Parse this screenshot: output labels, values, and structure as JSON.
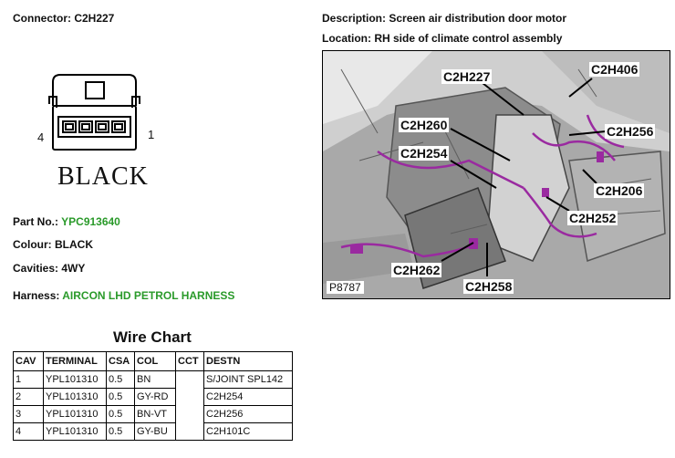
{
  "connector": {
    "label": "Connector: C2H227",
    "color_text": "BLACK",
    "pin_left": "4",
    "pin_right": "1"
  },
  "description": "Description: Screen air distribution door motor",
  "location": "Location: RH side of climate control assembly",
  "part": {
    "label": "Part No.:",
    "value": "YPC913640"
  },
  "colour": "Colour: BLACK",
  "cavities": "Cavities: 4WY",
  "harness": {
    "label": "Harness:",
    "value": "AIRCON LHD PETROL HARNESS"
  },
  "photo": {
    "id": "P8787",
    "callouts": [
      "C2H227",
      "C2H406",
      "C2H260",
      "C2H256",
      "C2H254",
      "C2H206",
      "C2H252",
      "C2H262",
      "C2H258"
    ]
  },
  "wire_chart": {
    "title": "Wire Chart",
    "headers": [
      "CAV",
      "TERMINAL",
      "CSA",
      "COL",
      "CCT",
      "DESTN"
    ],
    "rows": [
      [
        "1",
        "YPL101310",
        "0.5",
        "BN",
        "",
        "S/JOINT SPL142"
      ],
      [
        "2",
        "YPL101310",
        "0.5",
        "GY-RD",
        "",
        "C2H254"
      ],
      [
        "3",
        "YPL101310",
        "0.5",
        "BN-VT",
        "",
        "C2H256"
      ],
      [
        "4",
        "YPL101310",
        "0.5",
        "GY-BU",
        "",
        "C2H101C"
      ]
    ]
  },
  "colors": {
    "accent_green": "#2a9a2a",
    "wire_purple": "#9a2aa0"
  }
}
